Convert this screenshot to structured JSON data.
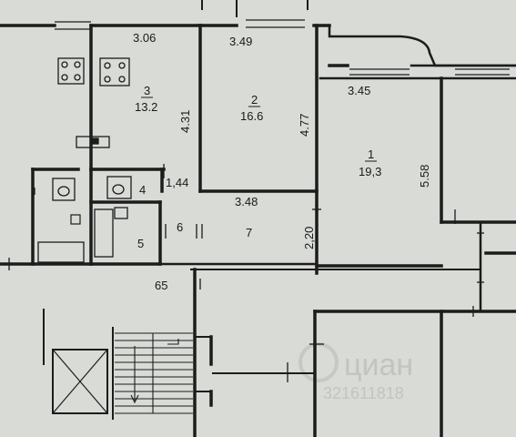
{
  "rooms": [
    {
      "id": "1",
      "area": "19,3"
    },
    {
      "id": "2",
      "area": "16.6"
    },
    {
      "id": "3",
      "area": "13.2"
    },
    {
      "id": "4",
      "area": ""
    },
    {
      "id": "5",
      "area": ""
    },
    {
      "id": "6",
      "area": ""
    },
    {
      "id": "7",
      "area": ""
    }
  ],
  "dimensions": {
    "kitchen_width": "3.06",
    "room2_width": "3.49",
    "room1_width": "3.45",
    "kitchen_depth": "4.31",
    "room2_depth": "4.77",
    "room1_depth": "5.58",
    "bath_width": "1,44",
    "hall_width": "3.48",
    "hall_depth": "2,20",
    "corridor_height": "65"
  },
  "watermark": {
    "brand": "циан",
    "code": "321611818"
  }
}
